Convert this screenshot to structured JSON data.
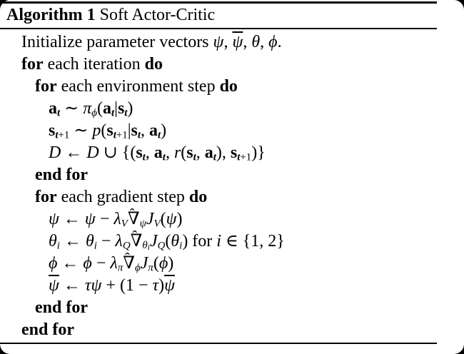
{
  "figure": {
    "colors": {
      "text": "#000000",
      "surface": "#ffffff",
      "frame": "#000000"
    },
    "header": {
      "label": "Algorithm 1",
      "title": " Soft Actor-Critic"
    },
    "lines": [
      {
        "indent": 0,
        "tokens": [
          {
            "t": "Initialize parameter vectors "
          },
          {
            "t": "ψ",
            "s": "it"
          },
          {
            "t": ", "
          },
          {
            "t": "ψ",
            "s": "it",
            "bar": true
          },
          {
            "t": ", "
          },
          {
            "t": "θ",
            "s": "it"
          },
          {
            "t": ", "
          },
          {
            "t": "ϕ",
            "s": "it"
          },
          {
            "t": "."
          }
        ]
      },
      {
        "indent": 0,
        "tokens": [
          {
            "t": "for",
            "s": "bf"
          },
          {
            "t": " each iteration "
          },
          {
            "t": "do",
            "s": "bf"
          }
        ]
      },
      {
        "indent": 1,
        "tokens": [
          {
            "t": "for",
            "s": "bf"
          },
          {
            "t": " each environment step "
          },
          {
            "t": "do",
            "s": "bf"
          }
        ]
      },
      {
        "indent": 2,
        "tokens": [
          {
            "t": "a",
            "s": "mbf",
            "sub": [
              {
                "t": "t",
                "s": "it"
              }
            ]
          },
          {
            "t": " ∼ "
          },
          {
            "t": "π",
            "s": "it",
            "sub": [
              {
                "t": "ϕ",
                "s": "it"
              }
            ]
          },
          {
            "t": "("
          },
          {
            "t": "a",
            "s": "mbf",
            "sub": [
              {
                "t": "t",
                "s": "it"
              }
            ]
          },
          {
            "t": "|"
          },
          {
            "t": "s",
            "s": "mbf",
            "sub": [
              {
                "t": "t",
                "s": "it"
              }
            ]
          },
          {
            "t": ")"
          }
        ]
      },
      {
        "indent": 2,
        "tokens": [
          {
            "t": "s",
            "s": "mbf",
            "sub": [
              {
                "t": "t",
                "s": "it"
              },
              {
                "t": "+1"
              }
            ]
          },
          {
            "t": " ∼ "
          },
          {
            "t": "p",
            "s": "it"
          },
          {
            "t": "("
          },
          {
            "t": "s",
            "s": "mbf",
            "sub": [
              {
                "t": "t",
                "s": "it"
              },
              {
                "t": "+1"
              }
            ]
          },
          {
            "t": "|"
          },
          {
            "t": "s",
            "s": "mbf",
            "sub": [
              {
                "t": "t",
                "s": "it"
              }
            ]
          },
          {
            "t": ", "
          },
          {
            "t": "a",
            "s": "mbf",
            "sub": [
              {
                "t": "t",
                "s": "it"
              }
            ]
          },
          {
            "t": ")"
          }
        ]
      },
      {
        "indent": 2,
        "tokens": [
          {
            "t": "D",
            "s": "cal"
          },
          {
            "t": " ← "
          },
          {
            "t": "D",
            "s": "cal"
          },
          {
            "t": " ∪ {("
          },
          {
            "t": "s",
            "s": "mbf",
            "sub": [
              {
                "t": "t",
                "s": "it"
              }
            ]
          },
          {
            "t": ", "
          },
          {
            "t": "a",
            "s": "mbf",
            "sub": [
              {
                "t": "t",
                "s": "it"
              }
            ]
          },
          {
            "t": ", "
          },
          {
            "t": "r",
            "s": "it"
          },
          {
            "t": "("
          },
          {
            "t": "s",
            "s": "mbf",
            "sub": [
              {
                "t": "t",
                "s": "it"
              }
            ]
          },
          {
            "t": ", "
          },
          {
            "t": "a",
            "s": "mbf",
            "sub": [
              {
                "t": "t",
                "s": "it"
              }
            ]
          },
          {
            "t": "), "
          },
          {
            "t": "s",
            "s": "mbf",
            "sub": [
              {
                "t": "t",
                "s": "it"
              },
              {
                "t": "+1"
              }
            ]
          },
          {
            "t": ")}"
          }
        ]
      },
      {
        "indent": 1,
        "tokens": [
          {
            "t": "end for",
            "s": "bf"
          }
        ]
      },
      {
        "indent": 1,
        "tokens": [
          {
            "t": "for",
            "s": "bf"
          },
          {
            "t": " each gradient step "
          },
          {
            "t": "do",
            "s": "bf"
          }
        ]
      },
      {
        "indent": 2,
        "tokens": [
          {
            "t": "ψ",
            "s": "it"
          },
          {
            "t": " ← "
          },
          {
            "t": "ψ",
            "s": "it"
          },
          {
            "t": " − "
          },
          {
            "t": "λ",
            "s": "it",
            "sub": [
              {
                "t": "V",
                "s": "it"
              }
            ]
          },
          {
            "t": "∇",
            "hat": "ˆ",
            "sub": [
              {
                "t": "ψ",
                "s": "it"
              }
            ]
          },
          {
            "t": "J",
            "s": "it",
            "sub": [
              {
                "t": "V",
                "s": "it"
              }
            ]
          },
          {
            "t": "("
          },
          {
            "t": "ψ",
            "s": "it"
          },
          {
            "t": ")"
          }
        ]
      },
      {
        "indent": 2,
        "tokens": [
          {
            "t": "θ",
            "s": "it",
            "sub": [
              {
                "t": "i",
                "s": "it"
              }
            ]
          },
          {
            "t": " ← "
          },
          {
            "t": "θ",
            "s": "it",
            "sub": [
              {
                "t": "i",
                "s": "it"
              }
            ]
          },
          {
            "t": " − "
          },
          {
            "t": "λ",
            "s": "it",
            "sub": [
              {
                "t": "Q",
                "s": "it"
              }
            ]
          },
          {
            "t": "∇",
            "hat": "ˆ",
            "sub": [
              {
                "t": "θ",
                "s": "it",
                "sub": [
                  {
                    "t": "i",
                    "s": "it"
                  }
                ]
              }
            ]
          },
          {
            "t": "J",
            "s": "it",
            "sub": [
              {
                "t": "Q",
                "s": "it"
              }
            ]
          },
          {
            "t": "("
          },
          {
            "t": "θ",
            "s": "it",
            "sub": [
              {
                "t": "i",
                "s": "it"
              }
            ]
          },
          {
            "t": ") for "
          },
          {
            "t": "i",
            "s": "it"
          },
          {
            "t": " ∈ {1, 2}"
          }
        ]
      },
      {
        "indent": 2,
        "tokens": [
          {
            "t": "ϕ",
            "s": "it"
          },
          {
            "t": " ← "
          },
          {
            "t": "ϕ",
            "s": "it"
          },
          {
            "t": " − "
          },
          {
            "t": "λ",
            "s": "it",
            "sub": [
              {
                "t": "π",
                "s": "it"
              }
            ]
          },
          {
            "t": "∇",
            "hat": "ˆ",
            "sub": [
              {
                "t": "ϕ",
                "s": "it"
              }
            ]
          },
          {
            "t": "J",
            "s": "it",
            "sub": [
              {
                "t": "π",
                "s": "it"
              }
            ]
          },
          {
            "t": "("
          },
          {
            "t": "ϕ",
            "s": "it"
          },
          {
            "t": ")"
          }
        ]
      },
      {
        "indent": 2,
        "tokens": [
          {
            "t": "ψ",
            "s": "it",
            "bar": true
          },
          {
            "t": " ← "
          },
          {
            "t": "τ",
            "s": "it"
          },
          {
            "t": "ψ",
            "s": "it"
          },
          {
            "t": " + (1 − "
          },
          {
            "t": "τ",
            "s": "it"
          },
          {
            "t": ")"
          },
          {
            "t": "ψ",
            "s": "it",
            "bar": true
          }
        ]
      },
      {
        "indent": 1,
        "tokens": [
          {
            "t": "end for",
            "s": "bf"
          }
        ]
      },
      {
        "indent": 0,
        "tokens": [
          {
            "t": "end for",
            "s": "bf"
          }
        ]
      }
    ]
  }
}
